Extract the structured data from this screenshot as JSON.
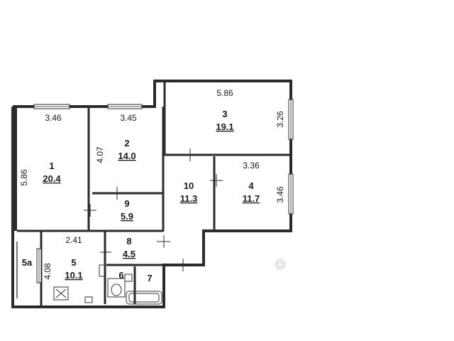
{
  "rooms": [
    {
      "id": "1",
      "area": "20.4"
    },
    {
      "id": "2",
      "area": "14.0"
    },
    {
      "id": "3",
      "area": "19.1"
    },
    {
      "id": "4",
      "area": "11.7"
    },
    {
      "id": "5",
      "area": "10.1"
    },
    {
      "id": "5a",
      "area": ""
    },
    {
      "id": "6",
      "area": ""
    },
    {
      "id": "7",
      "area": ""
    },
    {
      "id": "8",
      "area": "4.5"
    },
    {
      "id": "9",
      "area": "5.9"
    },
    {
      "id": "10",
      "area": "11.3"
    }
  ],
  "dimensions": {
    "room1_top": "3.46",
    "room1_side": "5.86",
    "room2_top": "3.45",
    "room2_side": "4.07",
    "room3_top": "5.86",
    "room3_side": "3.26",
    "room4_top": "3.36",
    "room4_side": "3.46",
    "room5_top": "2.41",
    "room5_side": "4.08"
  }
}
